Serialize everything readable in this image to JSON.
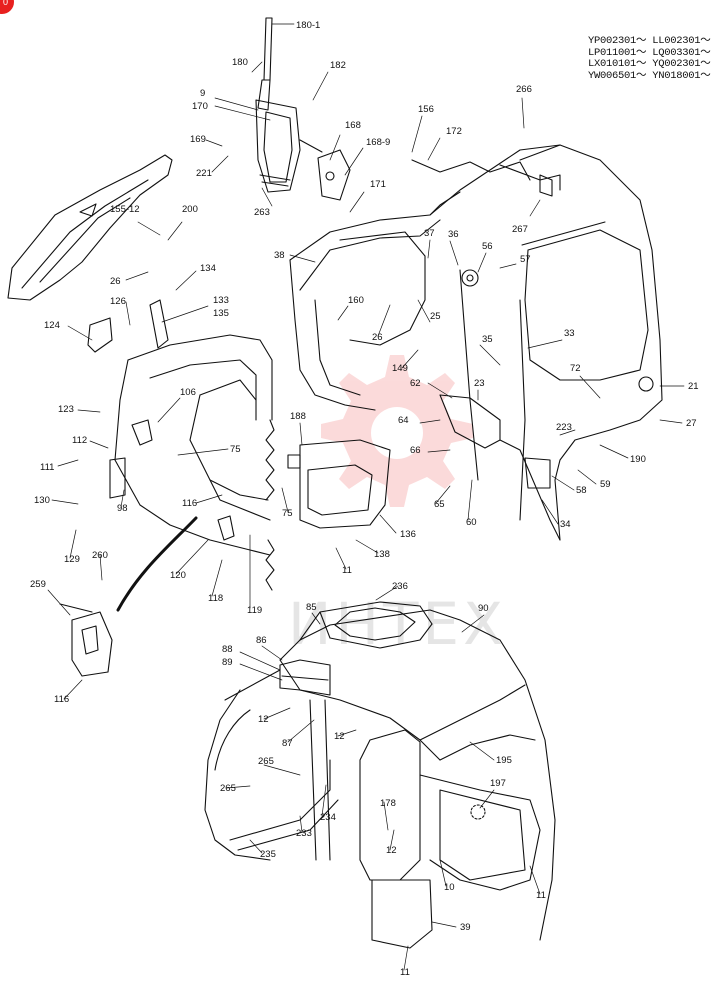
{
  "badge": "0",
  "serial_ranges": [
    "YP002301～ LL002301～",
    "LP011001～ LQ003301～",
    "LX010101～ YQ002301～",
    "YW006501～ YN018001～"
  ],
  "watermark": "ИНТЕХ",
  "brand_color": "#e8201f",
  "callouts": {
    "c180_1": "180-1",
    "c180": "180",
    "c182": "182",
    "c9": "9",
    "c170": "170",
    "c168": "168",
    "c168_9": "168-9",
    "c169": "169",
    "c221": "221",
    "c171": "171",
    "c263": "263",
    "c156": "156",
    "c172": "172",
    "c266": "266",
    "c267": "267",
    "c155_12": "155-12",
    "c200": "200",
    "c26a": "26",
    "c134": "134",
    "c126": "126",
    "c133": "133",
    "c135": "135",
    "c124": "124",
    "c38": "38",
    "c37": "37",
    "c36": "36",
    "c56": "56",
    "c57": "57",
    "c160": "160",
    "c26b": "26",
    "c25": "25",
    "c149": "149",
    "c33": "33",
    "c35": "35",
    "c72": "72",
    "c21": "21",
    "c62": "62",
    "c23": "23",
    "c64": "64",
    "c27": "27",
    "c223": "223",
    "c190": "190",
    "c106": "106",
    "c123": "123",
    "c112": "112",
    "c111": "111",
    "c75a": "75",
    "c188": "188",
    "c66": "66",
    "c59": "59",
    "c58": "58",
    "c65": "65",
    "c60": "60",
    "c34": "34",
    "c130": "130",
    "c116a": "116",
    "c75b": "75",
    "c98": "98",
    "c129": "129",
    "c136": "136",
    "c138": "138",
    "c260": "260",
    "c120": "120",
    "c11a": "11",
    "c118": "118",
    "c119": "119",
    "c259": "259",
    "c236": "236",
    "c85": "85",
    "c90": "90",
    "c116b": "116",
    "c86": "86",
    "c88": "88",
    "c89": "89",
    "c12a": "12",
    "c87": "87",
    "c12b": "12",
    "c195": "195",
    "c265a": "265",
    "c265b": "265",
    "c197": "197",
    "c178": "178",
    "c234": "234",
    "c233": "233",
    "c12c": "12",
    "c235": "235",
    "c10": "10",
    "c11b": "11",
    "c39": "39",
    "c11c": "11"
  },
  "labels": [
    {
      "key": "c180_1",
      "name": "callout-180-1"
    },
    {
      "key": "c180",
      "name": "callout-180"
    },
    {
      "key": "c182",
      "name": "callout-182"
    },
    {
      "key": "c9",
      "name": "callout-9"
    },
    {
      "key": "c170",
      "name": "callout-170"
    },
    {
      "key": "c168",
      "name": "callout-168"
    },
    {
      "key": "c168_9",
      "name": "callout-168-9"
    },
    {
      "key": "c169",
      "name": "callout-169"
    },
    {
      "key": "c221",
      "name": "callout-221"
    },
    {
      "key": "c171",
      "name": "callout-171"
    },
    {
      "key": "c263",
      "name": "callout-263"
    },
    {
      "key": "c156",
      "name": "callout-156"
    },
    {
      "key": "c172",
      "name": "callout-172"
    },
    {
      "key": "c266",
      "name": "callout-266"
    },
    {
      "key": "c267",
      "name": "callout-267"
    },
    {
      "key": "c155_12",
      "name": "callout-155-12"
    },
    {
      "key": "c200",
      "name": "callout-200"
    },
    {
      "key": "c26a",
      "name": "callout-26"
    },
    {
      "key": "c134",
      "name": "callout-134"
    },
    {
      "key": "c126",
      "name": "callout-126"
    },
    {
      "key": "c133",
      "name": "callout-133"
    },
    {
      "key": "c135",
      "name": "callout-135"
    },
    {
      "key": "c124",
      "name": "callout-124"
    },
    {
      "key": "c38",
      "name": "callout-38"
    },
    {
      "key": "c37",
      "name": "callout-37"
    },
    {
      "key": "c36",
      "name": "callout-36"
    },
    {
      "key": "c56",
      "name": "callout-56"
    },
    {
      "key": "c57",
      "name": "callout-57"
    },
    {
      "key": "c160",
      "name": "callout-160"
    },
    {
      "key": "c26b",
      "name": "callout-26"
    },
    {
      "key": "c25",
      "name": "callout-25"
    },
    {
      "key": "c149",
      "name": "callout-149"
    },
    {
      "key": "c33",
      "name": "callout-33"
    },
    {
      "key": "c35",
      "name": "callout-35"
    },
    {
      "key": "c72",
      "name": "callout-72"
    },
    {
      "key": "c21",
      "name": "callout-21"
    },
    {
      "key": "c62",
      "name": "callout-62"
    },
    {
      "key": "c23",
      "name": "callout-23"
    },
    {
      "key": "c64",
      "name": "callout-64"
    },
    {
      "key": "c27",
      "name": "callout-27"
    },
    {
      "key": "c223",
      "name": "callout-223"
    },
    {
      "key": "c190",
      "name": "callout-190"
    },
    {
      "key": "c106",
      "name": "callout-106"
    },
    {
      "key": "c123",
      "name": "callout-123"
    },
    {
      "key": "c112",
      "name": "callout-112"
    },
    {
      "key": "c111",
      "name": "callout-111"
    },
    {
      "key": "c75a",
      "name": "callout-75"
    },
    {
      "key": "c188",
      "name": "callout-188"
    },
    {
      "key": "c66",
      "name": "callout-66"
    },
    {
      "key": "c59",
      "name": "callout-59"
    },
    {
      "key": "c58",
      "name": "callout-58"
    },
    {
      "key": "c65",
      "name": "callout-65"
    },
    {
      "key": "c60",
      "name": "callout-60"
    },
    {
      "key": "c34",
      "name": "callout-34"
    },
    {
      "key": "c130",
      "name": "callout-130"
    },
    {
      "key": "c116a",
      "name": "callout-116"
    },
    {
      "key": "c75b",
      "name": "callout-75"
    },
    {
      "key": "c98",
      "name": "callout-98"
    },
    {
      "key": "c129",
      "name": "callout-129"
    },
    {
      "key": "c136",
      "name": "callout-136"
    },
    {
      "key": "c138",
      "name": "callout-138"
    },
    {
      "key": "c260",
      "name": "callout-260"
    },
    {
      "key": "c120",
      "name": "callout-120"
    },
    {
      "key": "c11a",
      "name": "callout-11"
    },
    {
      "key": "c118",
      "name": "callout-118"
    },
    {
      "key": "c119",
      "name": "callout-119"
    },
    {
      "key": "c259",
      "name": "callout-259"
    },
    {
      "key": "c236",
      "name": "callout-236"
    },
    {
      "key": "c85",
      "name": "callout-85"
    },
    {
      "key": "c90",
      "name": "callout-90"
    },
    {
      "key": "c116b",
      "name": "callout-116"
    },
    {
      "key": "c86",
      "name": "callout-86"
    },
    {
      "key": "c88",
      "name": "callout-88"
    },
    {
      "key": "c89",
      "name": "callout-89"
    },
    {
      "key": "c12a",
      "name": "callout-12"
    },
    {
      "key": "c87",
      "name": "callout-87"
    },
    {
      "key": "c12b",
      "name": "callout-12"
    },
    {
      "key": "c195",
      "name": "callout-195"
    },
    {
      "key": "c265a",
      "name": "callout-265"
    },
    {
      "key": "c265b",
      "name": "callout-265"
    },
    {
      "key": "c197",
      "name": "callout-197"
    },
    {
      "key": "c178",
      "name": "callout-178"
    },
    {
      "key": "c234",
      "name": "callout-234"
    },
    {
      "key": "c233",
      "name": "callout-233"
    },
    {
      "key": "c12c",
      "name": "callout-12"
    },
    {
      "key": "c235",
      "name": "callout-235"
    },
    {
      "key": "c10",
      "name": "callout-10"
    },
    {
      "key": "c11b",
      "name": "callout-11"
    },
    {
      "key": "c39",
      "name": "callout-39"
    },
    {
      "key": "c11c",
      "name": "callout-11"
    }
  ]
}
